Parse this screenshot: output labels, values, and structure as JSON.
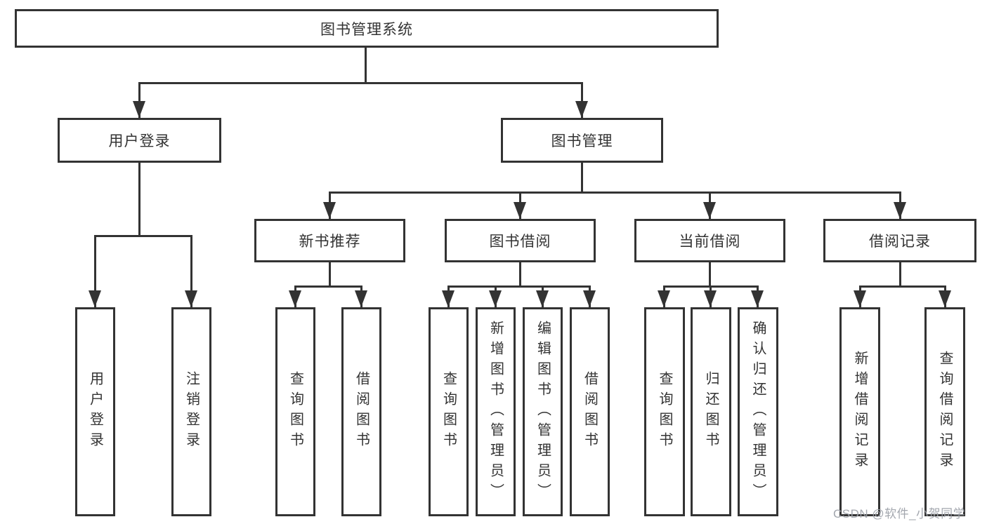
{
  "diagram": {
    "title_node": "图书管理系统",
    "root": {
      "label": "图书管理系统"
    },
    "branches": [
      {
        "label": "用户登录",
        "children": [
          {
            "label": "用户登录"
          },
          {
            "label": "注销登录"
          }
        ]
      },
      {
        "label": "图书管理",
        "children": [
          {
            "label": "新书推荐",
            "children": [
              {
                "label": "查询图书"
              },
              {
                "label": "借阅图书"
              }
            ]
          },
          {
            "label": "图书借阅",
            "children": [
              {
                "label": "查询图书"
              },
              {
                "label": "新增图书（管理员）"
              },
              {
                "label": "编辑图书（管理员）"
              },
              {
                "label": "借阅图书"
              }
            ]
          },
          {
            "label": "当前借阅",
            "children": [
              {
                "label": "查询图书"
              },
              {
                "label": "归还图书"
              },
              {
                "label": "确认归还（管理员）"
              }
            ]
          },
          {
            "label": "借阅记录",
            "children": [
              {
                "label": "新增借阅记录"
              },
              {
                "label": "查询借阅记录"
              }
            ]
          }
        ]
      }
    ]
  },
  "watermark": {
    "text": "CSDN @软件_小贺同学"
  },
  "colors": {
    "line": "#333333",
    "text": "#333333",
    "background": "#ffffff"
  }
}
